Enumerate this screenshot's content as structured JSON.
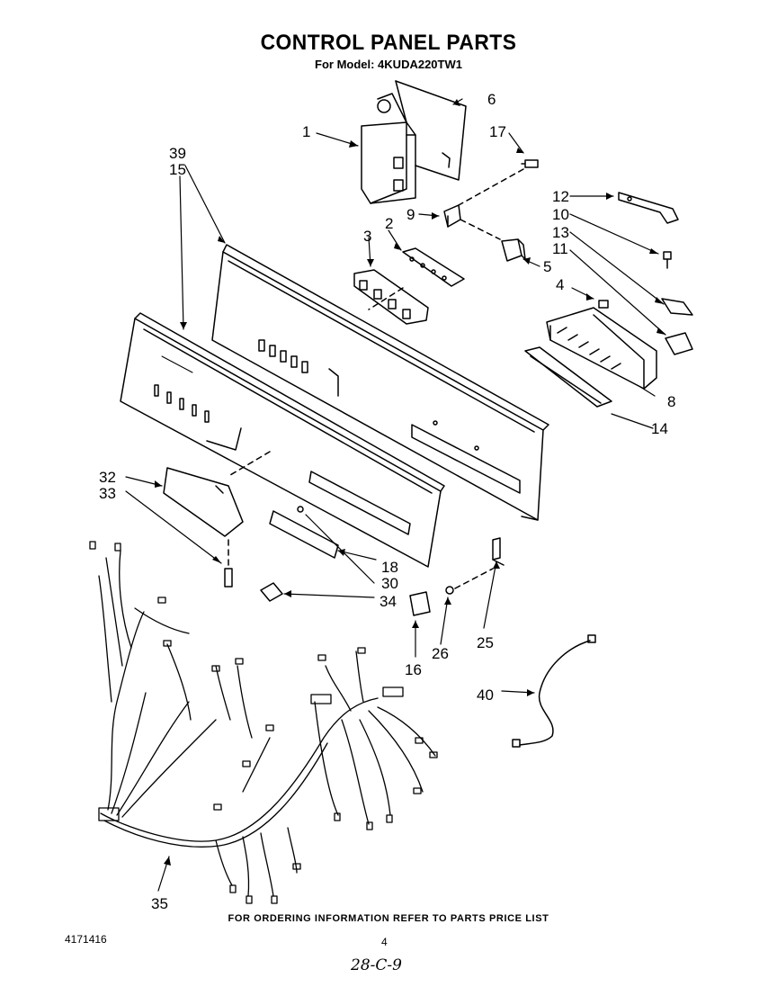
{
  "title": "CONTROL PANEL PARTS",
  "subtitle": "For Model: 4KUDA220TW1",
  "callouts": {
    "c1": "1",
    "c2": "2",
    "c3": "3",
    "c4": "4",
    "c5": "5",
    "c6": "6",
    "c8": "8",
    "c9": "9",
    "c10": "10",
    "c11": "11",
    "c12": "12",
    "c13": "13",
    "c14": "14",
    "c15": "15",
    "c16": "16",
    "c17": "17",
    "c18": "18",
    "c25": "25",
    "c26": "26",
    "c30": "30",
    "c32": "32",
    "c33": "33",
    "c34": "34",
    "c35": "35",
    "c39": "39",
    "c40": "40"
  },
  "footer_note": "FOR ORDERING INFORMATION REFER TO PARTS PRICE LIST",
  "doc_number": "4171416",
  "page_number": "4",
  "handwritten_note": "28-C-9"
}
